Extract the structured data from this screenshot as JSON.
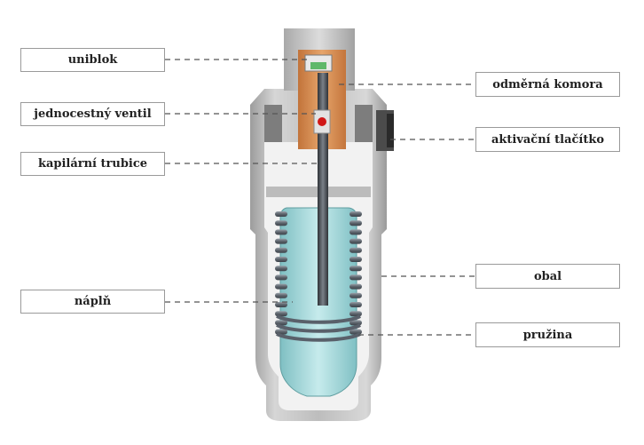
{
  "labels": {
    "uniblok": "uniblok",
    "jednocestny_ventil": "jednocestný ventil",
    "kapilarni_trubice": "kapilární trubice",
    "napln": "náplň",
    "odmerna_komora": "odměrná komora",
    "aktivacni_tlacitko": "aktivační tlačítko",
    "obal": "obal",
    "pruzina": "pružina"
  },
  "colors": {
    "casing": "#c8c8c8",
    "casing_dark": "#8e8e8e",
    "inner_white": "#f4f4f4",
    "chamber": "#d58a4f",
    "cartridge": "#9fd3d6",
    "spring": "#6f7780",
    "tube": "#4a4e55",
    "valve": "#d01818"
  }
}
